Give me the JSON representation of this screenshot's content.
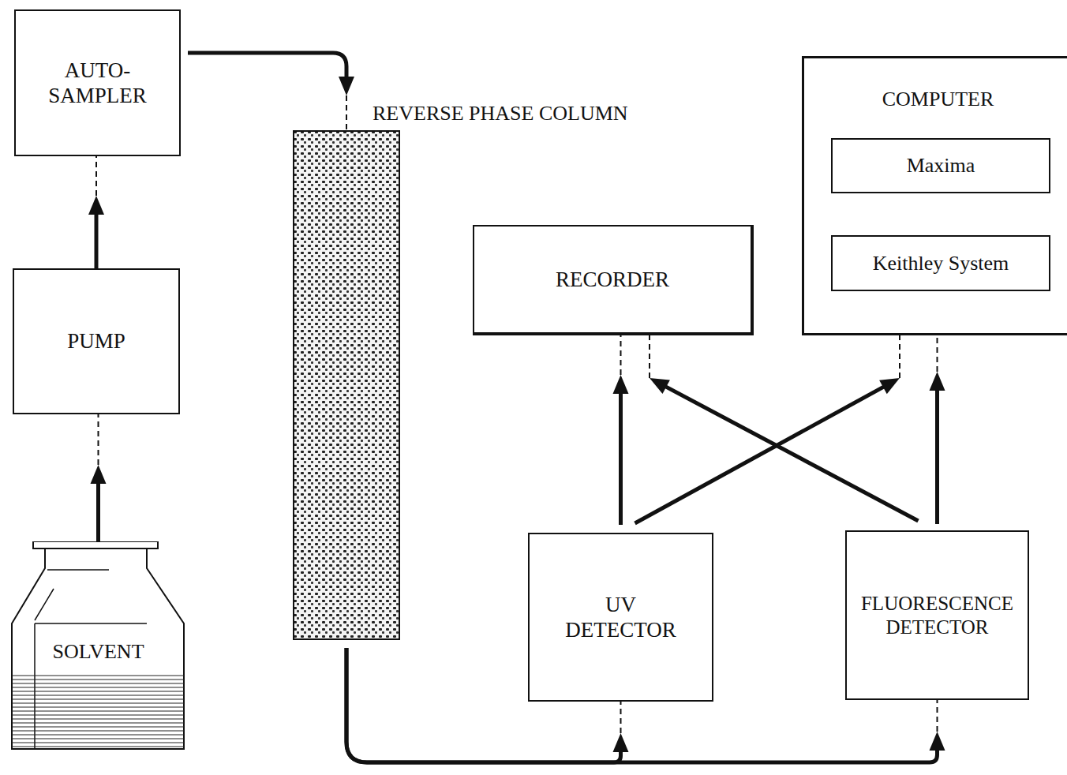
{
  "diagram": {
    "nodes": [
      {
        "text": [
          "AUTO- SAMPLER"
        ]
      },
      {
        "text": [
          "PUMP"
        ]
      },
      {
        "text": [
          "SOLVENT"
        ]
      },
      {
        "text": [
          "REVERSE PHASE COLUMN"
        ]
      },
      {
        "text": [
          "COMPUTER"
        ]
      },
      {
        "text": [
          "Maxima"
        ],
        "in": 4
      },
      {
        "text": [
          "Keithley System"
        ],
        "in": 4
      },
      {
        "text": [
          "RECORDER"
        ]
      },
      {
        "text": [
          "UV DETECTOR"
        ]
      },
      {
        "text": [
          "FLUORESCENCE DETECTOR"
        ]
      }
    ],
    "edges": [
      {
        "from": 2,
        "to": 1,
        "arrow": "to"
      },
      {
        "from": 1,
        "to": 0,
        "arrow": "to"
      },
      {
        "from": 0,
        "to": 3,
        "arrow": "to"
      },
      {
        "from": 3,
        "to": 8,
        "arrow": "to"
      },
      {
        "from": 3,
        "to": 9,
        "arrow": "to"
      },
      {
        "from": 8,
        "to": 7,
        "arrow": "to"
      },
      {
        "from": 8,
        "to": 4,
        "arrow": "to"
      },
      {
        "from": 9,
        "to": 7,
        "arrow": "to"
      },
      {
        "from": 9,
        "to": 4,
        "arrow": "to"
      },
      {
        "from": 5,
        "to": 6,
        "arrow": "none"
      }
    ]
  }
}
